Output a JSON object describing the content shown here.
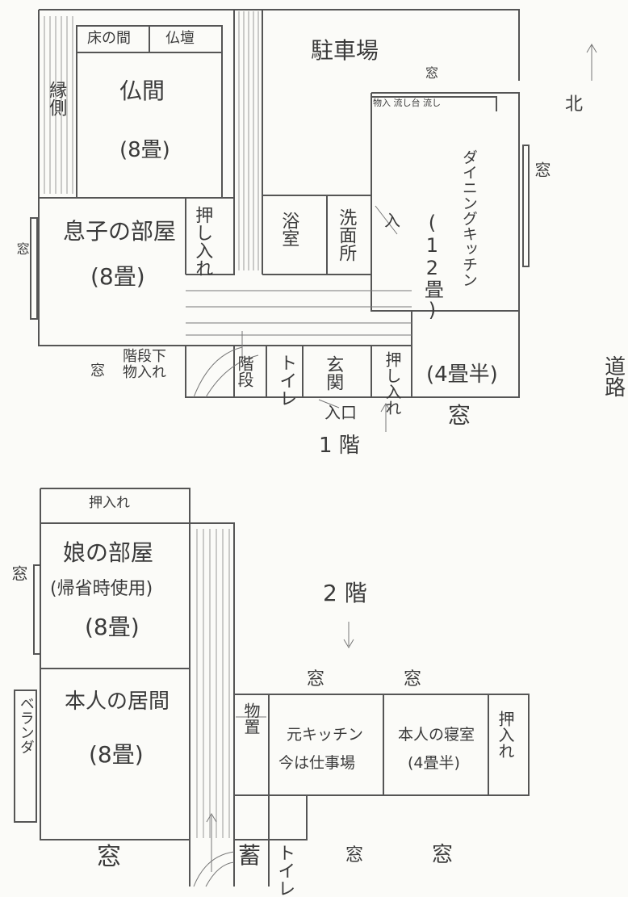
{
  "floor1": {
    "floor_label": "1 階",
    "north": "北",
    "road": "道路",
    "entrance": "入口",
    "rooms": {
      "tokonoma": "床の間",
      "butsudan": "仏壇",
      "engawa": "縁側",
      "butsuma": "仏間",
      "butsuma_size": "(8畳)",
      "parking": "駐車場",
      "musuko": "息子の部屋",
      "musuko_size": "(8畳)",
      "oshiire1": "押し入れ",
      "yokushitsu": "浴室",
      "senmenjo": "洗面所",
      "iri": "入",
      "dining": "ダイニングキッチン",
      "dining_size": "(12畳)",
      "kaidan_shita": "階段下物入れ",
      "kaidan": "階段",
      "toilet": "トイレ",
      "genkan": "玄関",
      "oshiire2": "押し入れ",
      "yojohan": "(4畳半)",
      "kitchen_top": "物入 流し台 流し"
    },
    "windows": {
      "north_kitchen": "窓",
      "east_kitchen": "窓",
      "west_musuko": "窓",
      "south_musuko": "窓",
      "south_yojohan": "窓"
    }
  },
  "floor2": {
    "floor_label": "2 階",
    "rooms": {
      "oshiire_top": "押入れ",
      "musume": "娘の部屋",
      "musume_note": "(帰省時使用)",
      "musume_size": "(8畳)",
      "veranda": "ベランダ",
      "honnin_ima": "本人の居間",
      "honnin_ima_size": "(8畳)",
      "monooki": "物置",
      "moto_kitchen": "元キッチン",
      "moto_kitchen_now": "今は仕事場",
      "honnin_shinshitsu": "本人の寝室",
      "shinshitsu_size": "(4畳半)",
      "oshiire_e": "押入れ",
      "chikura": "蓄",
      "toilet": "トイレ"
    },
    "windows": {
      "west_musume": "窓",
      "south_ima": "窓",
      "north_kitchen": "窓",
      "north_bedroom": "窓",
      "south_kitchen": "窓",
      "south_bedroom": "窓"
    }
  }
}
